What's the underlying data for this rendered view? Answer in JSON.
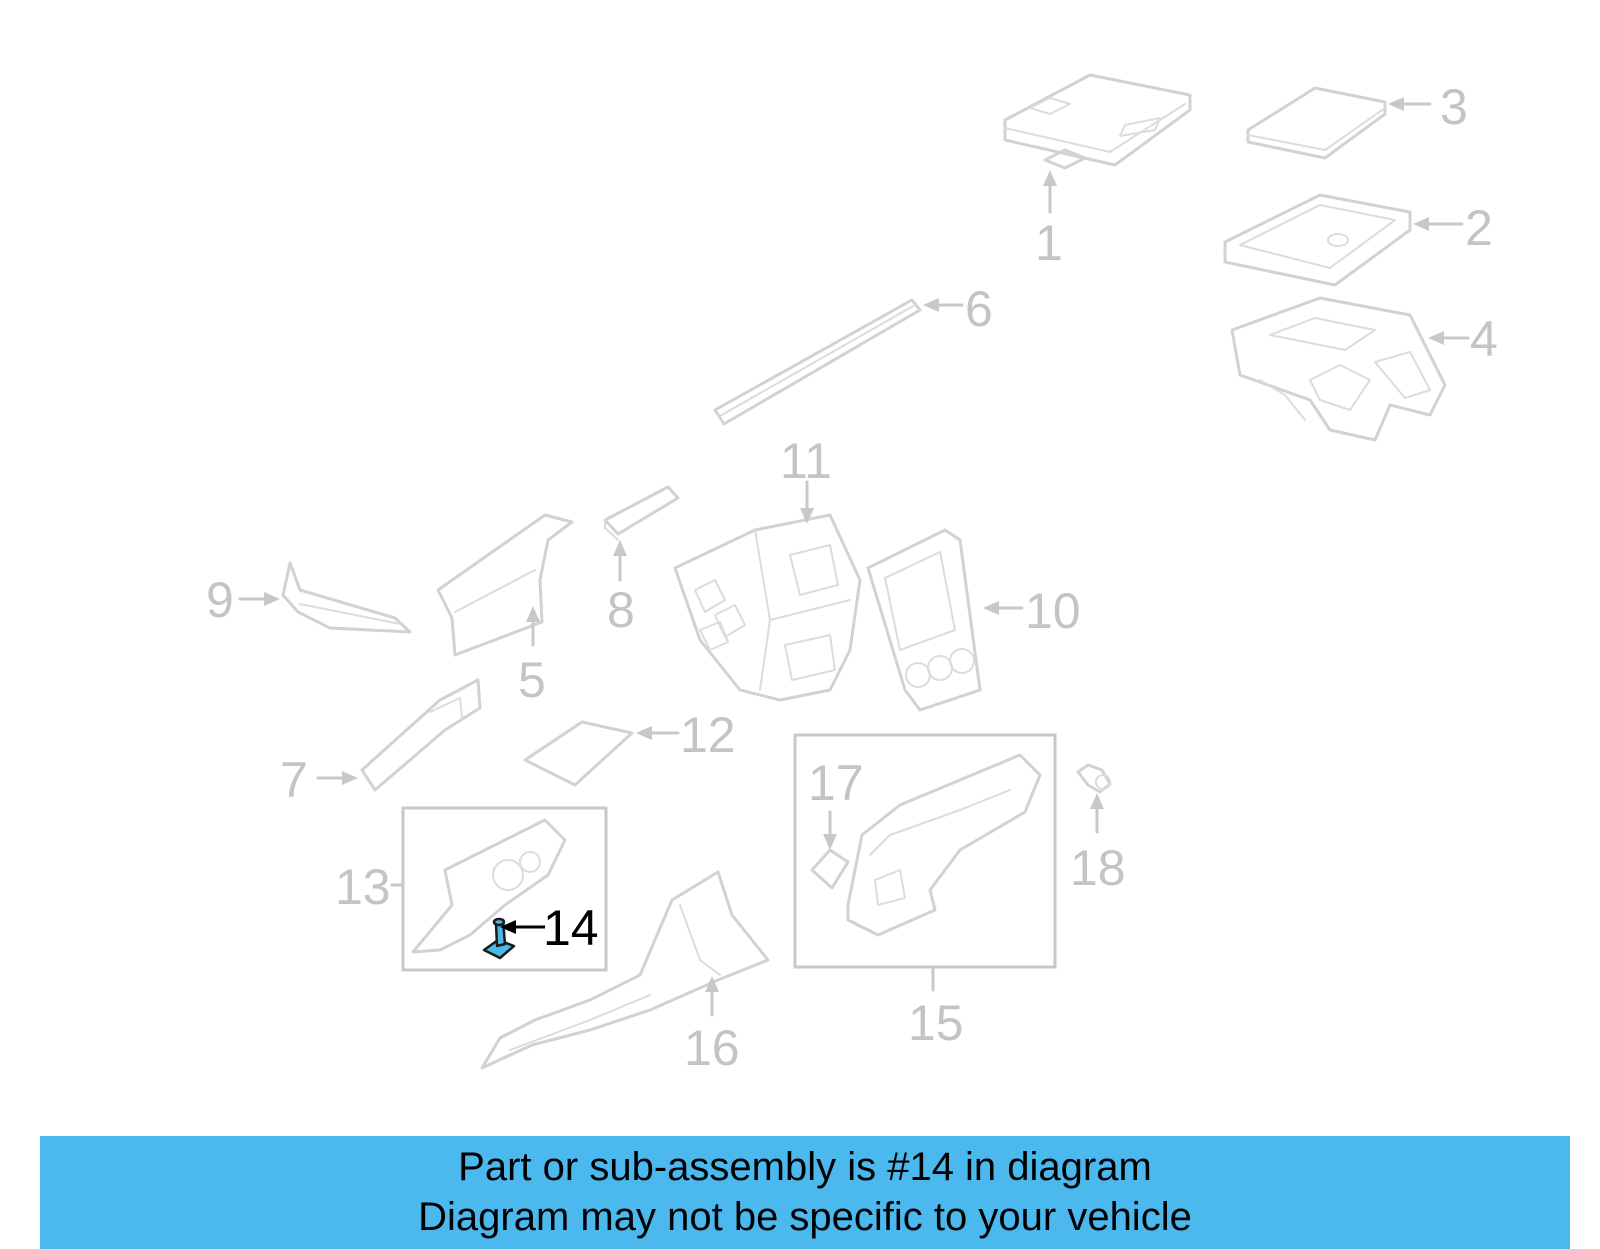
{
  "diagram": {
    "highlighted_part": "14",
    "highlight_color": "#4bb8ea",
    "callouts": [
      "1",
      "2",
      "3",
      "4",
      "5",
      "6",
      "7",
      "8",
      "9",
      "10",
      "11",
      "12",
      "13",
      "14",
      "15",
      "16",
      "17",
      "18"
    ]
  },
  "caption": {
    "line1": "Part or sub-assembly is #14 in diagram",
    "line2": "Diagram may not be specific to your vehicle",
    "background": "#4bb8ee"
  }
}
